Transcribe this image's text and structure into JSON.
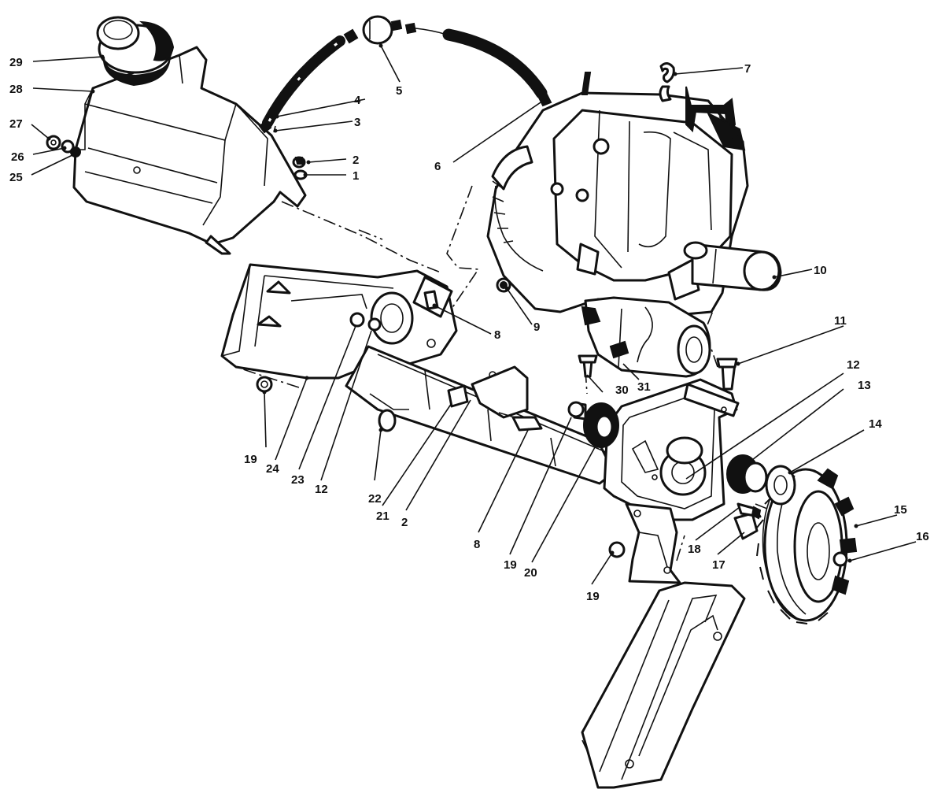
{
  "callouts": [
    {
      "id": "c1",
      "label": "1"
    },
    {
      "id": "c2a",
      "label": "2"
    },
    {
      "id": "c3",
      "label": "3"
    },
    {
      "id": "c4",
      "label": "4"
    },
    {
      "id": "c5",
      "label": "5"
    },
    {
      "id": "c6",
      "label": "6"
    },
    {
      "id": "c7",
      "label": "7"
    },
    {
      "id": "c8a",
      "label": "8"
    },
    {
      "id": "c8b",
      "label": "8"
    },
    {
      "id": "c9",
      "label": "9"
    },
    {
      "id": "c10",
      "label": "10"
    },
    {
      "id": "c11",
      "label": "11"
    },
    {
      "id": "c12a",
      "label": "12"
    },
    {
      "id": "c12b",
      "label": "12"
    },
    {
      "id": "c13",
      "label": "13"
    },
    {
      "id": "c14",
      "label": "14"
    },
    {
      "id": "c15",
      "label": "15"
    },
    {
      "id": "c16",
      "label": "16"
    },
    {
      "id": "c17",
      "label": "17"
    },
    {
      "id": "c18",
      "label": "18"
    },
    {
      "id": "c19a",
      "label": "19"
    },
    {
      "id": "c19b",
      "label": "19"
    },
    {
      "id": "c19c",
      "label": "19"
    },
    {
      "id": "c20",
      "label": "20"
    },
    {
      "id": "c21",
      "label": "21"
    },
    {
      "id": "c2b",
      "label": "2"
    },
    {
      "id": "c22",
      "label": "22"
    },
    {
      "id": "c23",
      "label": "23"
    },
    {
      "id": "c24",
      "label": "24"
    },
    {
      "id": "c25",
      "label": "25"
    },
    {
      "id": "c26",
      "label": "26"
    },
    {
      "id": "c27",
      "label": "27"
    },
    {
      "id": "c28",
      "label": "28"
    },
    {
      "id": "c29",
      "label": "29"
    },
    {
      "id": "c30",
      "label": "30"
    },
    {
      "id": "c31",
      "label": "31"
    }
  ]
}
